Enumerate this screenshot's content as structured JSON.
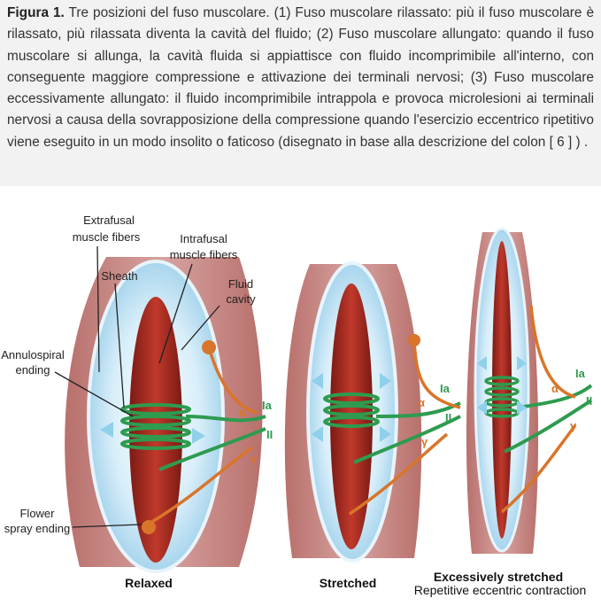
{
  "caption": {
    "label": "Figura 1.",
    "text": "Tre posizioni del fuso muscolare. (1) Fuso muscolare rilassato: più il fuso muscolare è rilassato, più rilassata diventa la cavità del fluido; (2) Fuso muscolare allungato: quando il fuso muscolare si allunga, la cavità fluida si appiattisce con fluido incomprimibile all'interno, con conseguente maggiore compressione e attivazione dei terminali nervosi; (3) Fuso muscolare eccessivamente allungato: il fluido incomprimibile intrappola e provoca microlesioni ai terminali nervosi a causa della sovrapposizione della compressione quando l'esercizio eccentrico ripetitivo viene eseguito in un modo insolito o faticoso (disegnato in base alla descrizione del colon [ 6 ] ) ."
  },
  "figure": {
    "labels": {
      "extrafusal_1": "Extrafusal",
      "extrafusal_2": "muscle fibers",
      "intrafusal_1": "Intrafusal",
      "intrafusal_2": "muscle fibers",
      "sheath": "Sheath",
      "fluid_1": "Fluid",
      "fluid_2": "cavity",
      "annulo_1": "Annulospiral",
      "annulo_2": "ending",
      "flower_1": "Flower",
      "flower_2": "spray ending"
    },
    "nerve_labels": {
      "ia": "Ia",
      "ii": "II",
      "alpha": "α",
      "gamma": "γ"
    },
    "panels": {
      "relaxed": "Relaxed",
      "stretched": "Stretched",
      "excessive": "Excessively stretched",
      "excessive_sub": "Repetitive eccentric contraction"
    },
    "colors": {
      "muscle": "#a8322c",
      "sheath_fluid": "#bfe1f3",
      "outer_tissue": "#c98a86",
      "nerve_green": "#2e9b4f",
      "nerve_orange": "#d9752a",
      "arrow": "#8fd0ea"
    }
  }
}
